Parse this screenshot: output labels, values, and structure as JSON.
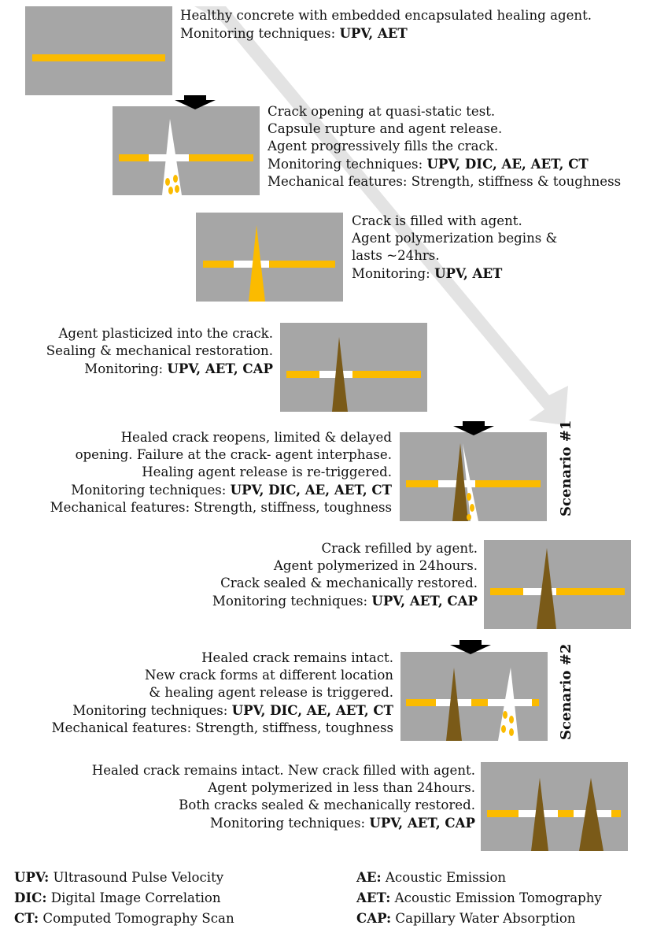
{
  "steps": [
    {
      "lines": [
        {
          "text": "Healthy concrete with embedded encapsulated healing agent.",
          "bold": ""
        },
        {
          "text": "Monitoring techniques: ",
          "bold": "UPV, AET"
        }
      ]
    },
    {
      "lines": [
        {
          "text": "Crack opening at quasi-static test.",
          "bold": ""
        },
        {
          "text": "Capsule rupture and agent release.",
          "bold": ""
        },
        {
          "text": "Agent progressively fills the crack.",
          "bold": ""
        },
        {
          "text": "Monitoring techniques: ",
          "bold": "UPV, DIC, AE, AET, CT"
        },
        {
          "text": "Mechanical features: Strength, stiffness & toughness",
          "bold": ""
        }
      ]
    },
    {
      "lines": [
        {
          "text": "Crack is filled with agent.",
          "bold": ""
        },
        {
          "text": "Agent polymerization begins &",
          "bold": ""
        },
        {
          "text": "lasts ~24hrs.",
          "bold": ""
        },
        {
          "text": "Monitoring: ",
          "bold": "UPV, AET"
        }
      ]
    },
    {
      "lines": [
        {
          "text": "Agent plasticized into the crack.",
          "bold": ""
        },
        {
          "text": "Sealing & mechanical restoration.",
          "bold": ""
        },
        {
          "text": "Monitoring: ",
          "bold": "UPV, AET, CAP"
        }
      ]
    },
    {
      "lines": [
        {
          "text": "Healed crack reopens, limited & delayed",
          "bold": ""
        },
        {
          "text": "opening. Failure at the crack- agent interphase.",
          "bold": ""
        },
        {
          "text": "Healing agent release is re-triggered.",
          "bold": ""
        },
        {
          "text": "Monitoring techniques: ",
          "bold": "UPV, DIC, AE, AET, CT"
        },
        {
          "text": "Mechanical features: Strength, stiffness, toughness",
          "bold": ""
        }
      ]
    },
    {
      "lines": [
        {
          "text": "Crack refilled by agent.",
          "bold": ""
        },
        {
          "text": "Agent polymerized in 24hours.",
          "bold": ""
        },
        {
          "text": "Crack sealed & mechanically restored.",
          "bold": ""
        },
        {
          "text": "Monitoring techniques: ",
          "bold": "UPV, AET, CAP"
        }
      ]
    },
    {
      "lines": [
        {
          "text": "Healed crack remains intact.",
          "bold": ""
        },
        {
          "text": "New crack forms at different location",
          "bold": ""
        },
        {
          "text": "& healing agent release is triggered.",
          "bold": ""
        },
        {
          "text": "Monitoring techniques: ",
          "bold": "UPV, DIC, AE, AET, CT"
        },
        {
          "text": "Mechanical features: Strength, stiffness, toughness",
          "bold": ""
        }
      ]
    },
    {
      "lines": [
        {
          "text": "Healed crack remains intact. New crack filled with agent.",
          "bold": ""
        },
        {
          "text": "Agent polymerized in less than 24hours.",
          "bold": ""
        },
        {
          "text": "Both cracks sealed & mechanically restored.",
          "bold": ""
        },
        {
          "text": "Monitoring techniques: ",
          "bold": "UPV, AET, CAP"
        }
      ]
    }
  ],
  "scenarios": {
    "s1": "Scenario #1",
    "s2": "Scenario #2"
  },
  "legend": [
    {
      "abbr": "UPV:",
      "desc": " Ultrasound Pulse Velocity"
    },
    {
      "abbr": "AE:",
      "desc": " Acoustic Emission"
    },
    {
      "abbr": "DIC:",
      "desc": " Digital Image Correlation"
    },
    {
      "abbr": "AET:",
      "desc": " Acoustic Emission Tomography"
    },
    {
      "abbr": "CT:",
      "desc": " Computed Tomography Scan"
    },
    {
      "abbr": "CAP:",
      "desc": " Capillary Water Absorption"
    }
  ],
  "colors": {
    "concrete": "#a6a6a6",
    "agent": "#fbbb00",
    "healed_agent": "#7a5a18",
    "crack": "#ffffff",
    "flow_arrow": "#e3e3e3",
    "load_arrow": "#000000"
  }
}
